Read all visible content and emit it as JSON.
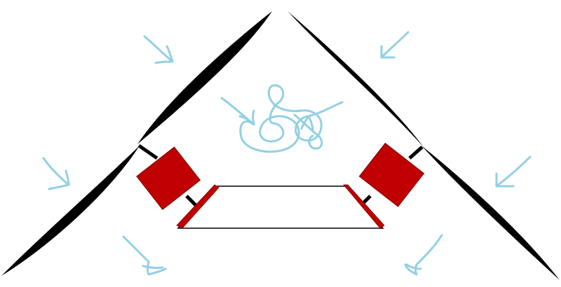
{
  "colors": {
    "background": "#ffffff",
    "structure": "#000000",
    "motor": "#c00000",
    "airflow": "#92d0e4"
  },
  "icons": {
    "wings": "black-tapered-blade",
    "motors": "red-square-block",
    "platform": "white-trapezoid-panel",
    "inflow": "light-blue-hand-drawn-arrow",
    "turbulence": "light-blue-scribble-loop"
  }
}
